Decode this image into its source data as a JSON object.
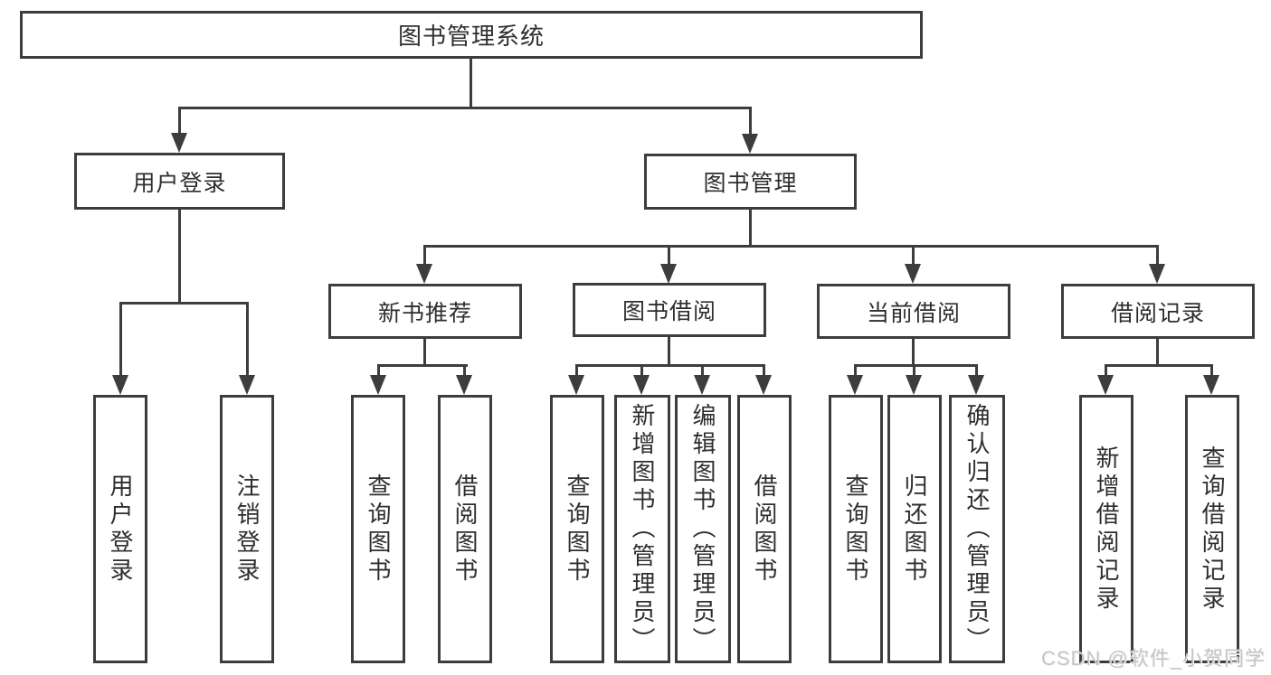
{
  "tree": {
    "root": "图书管理系统",
    "branches": [
      {
        "label": "用户登录",
        "children": [
          "用户登录",
          "注销登录"
        ]
      },
      {
        "label": "图书管理",
        "sections": [
          {
            "label": "新书推荐",
            "children": [
              "查询图书",
              "借阅图书"
            ]
          },
          {
            "label": "图书借阅",
            "children": [
              "查询图书",
              "新增图书（管理员）",
              "编辑图书（管理员）",
              "借阅图书"
            ]
          },
          {
            "label": "当前借阅",
            "children": [
              "查询图书",
              "归还图书",
              "确认归还（管理员）"
            ]
          },
          {
            "label": "借阅记录",
            "children": [
              "新增借阅记录",
              "查询借阅记录"
            ]
          }
        ]
      }
    ]
  },
  "watermark": "CSDN @软件_小贺同学",
  "colors": {
    "line": "#3d3d3d",
    "text": "#2e2e2e",
    "watermark": "#c3c6ca",
    "background": "#ffffff"
  }
}
